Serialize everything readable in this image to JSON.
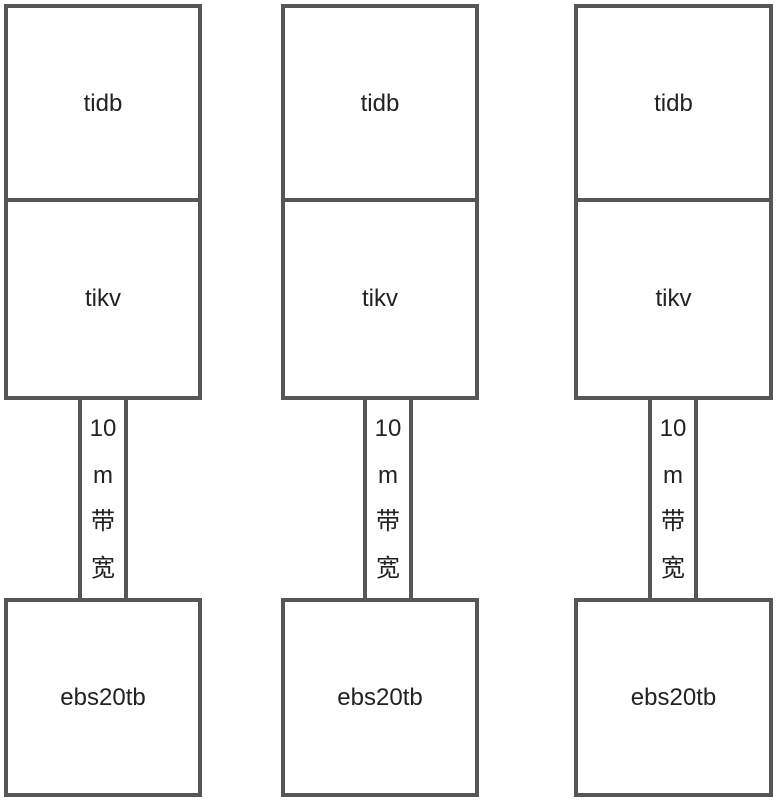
{
  "columns": [
    {
      "top": "tidb",
      "middle": "tikv",
      "link": [
        "10",
        "m",
        "带",
        "宽"
      ],
      "bottom": "ebs20tb"
    },
    {
      "top": "tidb",
      "middle": "tikv",
      "link": [
        "10",
        "m",
        "带",
        "宽"
      ],
      "bottom": "ebs20tb"
    },
    {
      "top": "tidb",
      "middle": "tikv",
      "link": [
        "10",
        "m",
        "带",
        "宽"
      ],
      "bottom": "ebs20tb"
    }
  ],
  "colors": {
    "border": "#565656",
    "text": "#222222"
  }
}
